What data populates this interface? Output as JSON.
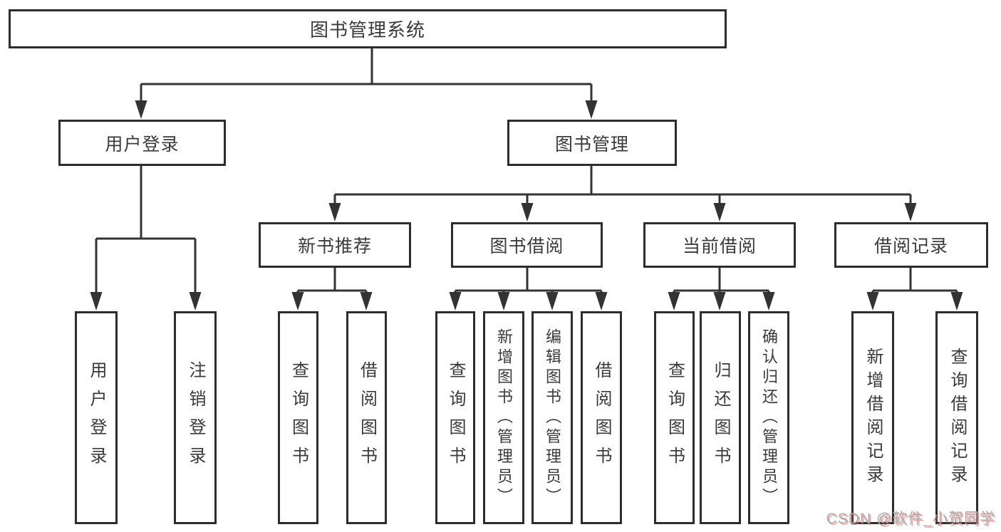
{
  "colors": {
    "line": "#333333",
    "box_border": "#2d2d2d",
    "text": "#3a3a3a",
    "watermark_gray": "#ababab",
    "watermark_red_shadow": "#e26262"
  },
  "diagram": {
    "tree": {
      "label": "图书管理系统",
      "children": [
        {
          "label": "用户登录",
          "children": [
            {
              "label": "用户登录"
            },
            {
              "label": "注销登录"
            }
          ]
        },
        {
          "label": "图书管理",
          "children": [
            {
              "label": "新书推荐",
              "children": [
                {
                  "label": "查询图书"
                },
                {
                  "label": "借阅图书"
                }
              ]
            },
            {
              "label": "图书借阅",
              "children": [
                {
                  "label": "查询图书"
                },
                {
                  "label": "新增图书（管理员）"
                },
                {
                  "label": "编辑图书（管理员）"
                },
                {
                  "label": "借阅图书"
                }
              ]
            },
            {
              "label": "当前借阅",
              "children": [
                {
                  "label": "查询图书"
                },
                {
                  "label": "归还图书"
                },
                {
                  "label": "确认归还（管理员）"
                }
              ]
            },
            {
              "label": "借阅记录",
              "children": [
                {
                  "label": "新增借阅记录"
                },
                {
                  "label": "查询借阅记录"
                }
              ]
            }
          ]
        }
      ]
    },
    "watermark": "CSDN @软件_小贺同学"
  }
}
